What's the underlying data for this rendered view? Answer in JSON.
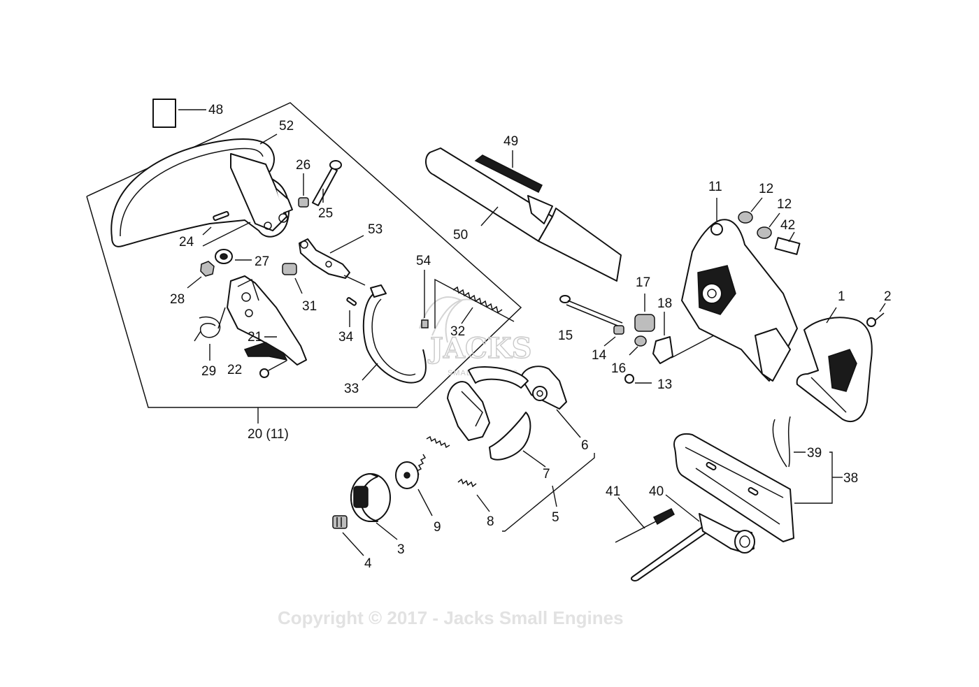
{
  "callouts": {
    "c1": "1",
    "c2": "2",
    "c3": "3",
    "c4": "4",
    "c5": "5",
    "c6": "6",
    "c7": "7",
    "c8": "8",
    "c9": "9",
    "c11": "11",
    "c12a": "12",
    "c12b": "12",
    "c13": "13",
    "c14": "14",
    "c15": "15",
    "c16": "16",
    "c17": "17",
    "c18": "18",
    "c20": "20 (11)",
    "c21": "21",
    "c22": "22",
    "c24": "24",
    "c25": "25",
    "c26": "26",
    "c27": "27",
    "c28": "28",
    "c29": "29",
    "c31": "31",
    "c32": "32",
    "c33": "33",
    "c34": "34",
    "c38": "38",
    "c39": "39",
    "c40": "40",
    "c41": "41",
    "c42": "42",
    "c48": "48",
    "c49": "49",
    "c50": "50",
    "c52": "52",
    "c53": "53",
    "c54": "54"
  },
  "watermark": {
    "logo_text": "JACKS",
    "logo_sub": "SMALL ENGINES",
    "copyright": "Copyright © 2017 - Jacks Small Engines"
  }
}
